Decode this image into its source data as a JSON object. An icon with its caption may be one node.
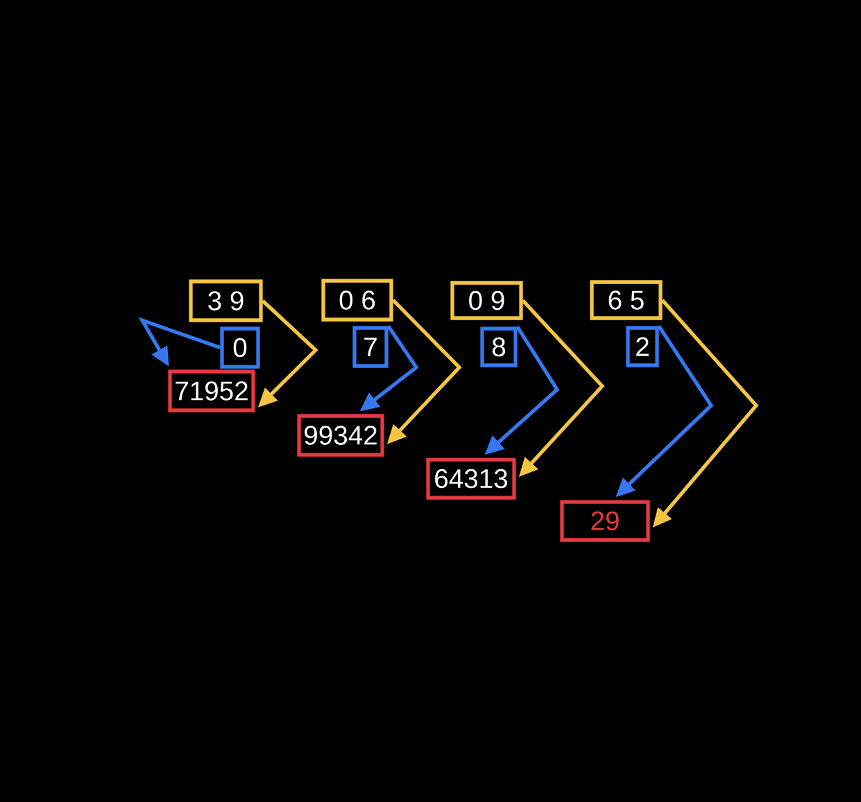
{
  "diagram": {
    "nodes": [
      {
        "text": [
          "3 9"
        ]
      },
      {
        "text": [
          "0 6"
        ]
      },
      {
        "text": [
          "0 9"
        ]
      },
      {
        "text": [
          "6 5"
        ]
      },
      {
        "text": [
          "0"
        ]
      },
      {
        "text": [
          "7"
        ]
      },
      {
        "text": [
          "8"
        ]
      },
      {
        "text": [
          "2"
        ]
      },
      {
        "text": [
          "71952"
        ]
      },
      {
        "text": [
          "99342"
        ]
      },
      {
        "text": [
          "64313"
        ]
      },
      {
        "text": [
          "29"
        ]
      }
    ],
    "edges": [
      {
        "from": 0,
        "to": 8,
        "arrow": "to",
        "color": "#f5c542"
      },
      {
        "from": 4,
        "to": 8,
        "arrow": "to",
        "color": "#3578f0"
      },
      {
        "from": 1,
        "to": 9,
        "arrow": "to",
        "color": "#f5c542"
      },
      {
        "from": 5,
        "to": 9,
        "arrow": "to",
        "color": "#3578f0"
      },
      {
        "from": 2,
        "to": 10,
        "arrow": "to",
        "color": "#f5c542"
      },
      {
        "from": 6,
        "to": 10,
        "arrow": "to",
        "color": "#3578f0"
      },
      {
        "from": 3,
        "to": 11,
        "arrow": "to",
        "color": "#f5c542"
      },
      {
        "from": 7,
        "to": 11,
        "arrow": "to",
        "color": "#3578f0"
      }
    ]
  }
}
